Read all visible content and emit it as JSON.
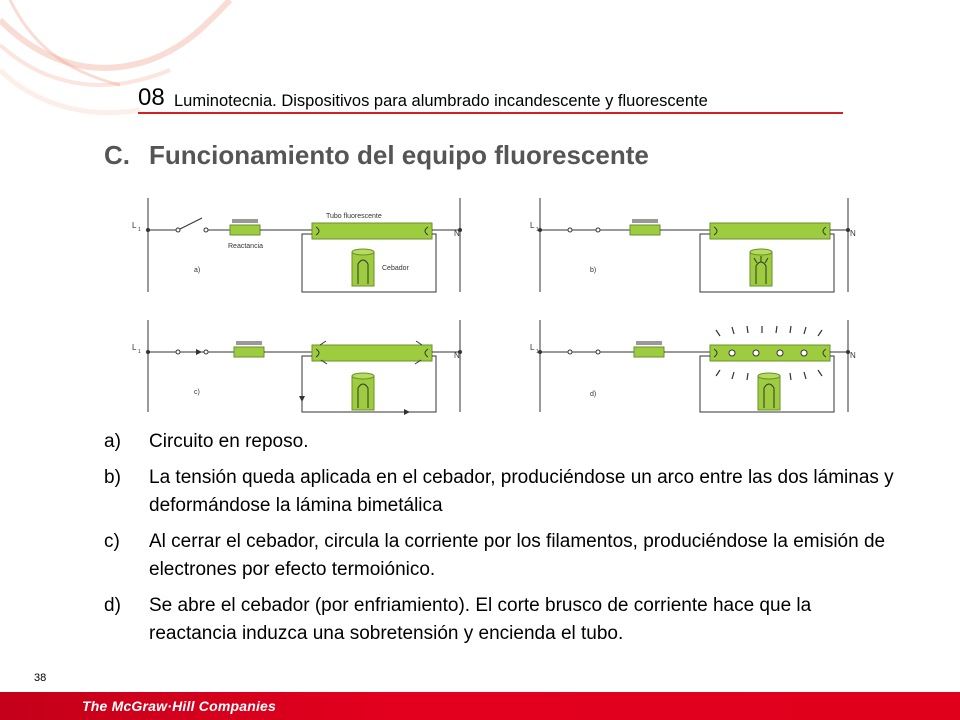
{
  "header": {
    "chapter_number": "08",
    "chapter_title": "Luminotecnia. Dispositivos para alumbrado incandescente y fluorescente"
  },
  "section": {
    "letter": "C.",
    "title": "Funcionamiento del equipo fluorescente"
  },
  "diagram_labels": {
    "l1": "L",
    "l1_sub": "1",
    "n": "N",
    "reactancia": "Reactancia",
    "tubo": "Tubo fluorescente",
    "cebador": "Cebador",
    "a": "a)",
    "b": "b)",
    "c": "c)",
    "d": "d)"
  },
  "items": [
    {
      "marker": "a)",
      "text": "Circuito en reposo."
    },
    {
      "marker": "b)",
      "text": "La tensión queda aplicada en el cebador, produciéndose un arco entre las dos láminas y deformándose la lámina bimetálica"
    },
    {
      "marker": "c)",
      "text": "Al cerrar el cebador, circula la corriente por los filamentos, produciéndose la emisión de electrones por efecto termoiónico."
    },
    {
      "marker": "d)",
      "text": "Se abre el cebador (por enfriamiento). El corte brusco de corriente hace que la reactancia induzca una sobretensión y encienda el tubo."
    }
  ],
  "page_number": "38",
  "footer": {
    "publisher": "The McGraw·Hill Companies"
  },
  "colors": {
    "accent_red": "#d32020",
    "component_green": "#9dcc3e",
    "title_gray": "#555555"
  }
}
